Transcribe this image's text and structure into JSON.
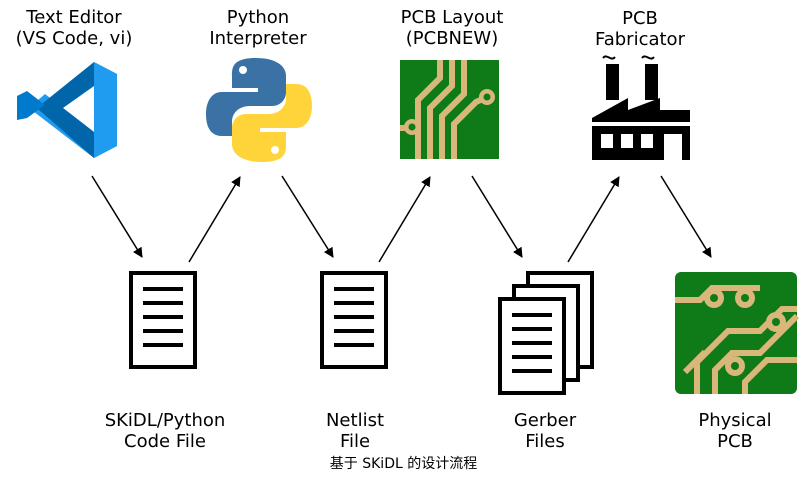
{
  "nodes": {
    "text_editor": {
      "line1": "Text Editor",
      "line2": "(VS Code, vi)"
    },
    "python": {
      "line1": "Python",
      "line2": "Interpreter"
    },
    "pcb_layout": {
      "line1": "PCB Layout",
      "line2": "(PCBNEW)"
    },
    "fabricator": {
      "line1": "PCB",
      "line2": "Fabricator"
    },
    "code_file": {
      "line1": "SKiDL/Python",
      "line2": "Code File"
    },
    "netlist": {
      "line1": "Netlist",
      "line2": "File"
    },
    "gerber": {
      "line1": "Gerber",
      "line2": "Files"
    },
    "physical_pcb": {
      "line1": "Physical",
      "line2": "PCB"
    }
  },
  "caption": "基于 SKiDL 的设计流程",
  "icons": {
    "text_editor": "vscode-icon",
    "python": "python-icon",
    "pcb_layout": "pcb-icon",
    "fabricator": "factory-icon",
    "code_file": "document-icon",
    "netlist": "document-icon",
    "gerber": "stacked-documents-icon",
    "physical_pcb": "pcb-icon"
  },
  "colors": {
    "vscode_dark": "#0065a9",
    "vscode_mid": "#007acc",
    "vscode_light": "#1f9cf0",
    "python_blue": "#3a72a6",
    "python_yellow": "#ffd43b",
    "pcb_green": "#0e7a18",
    "pcb_trace": "#d9b77a"
  }
}
